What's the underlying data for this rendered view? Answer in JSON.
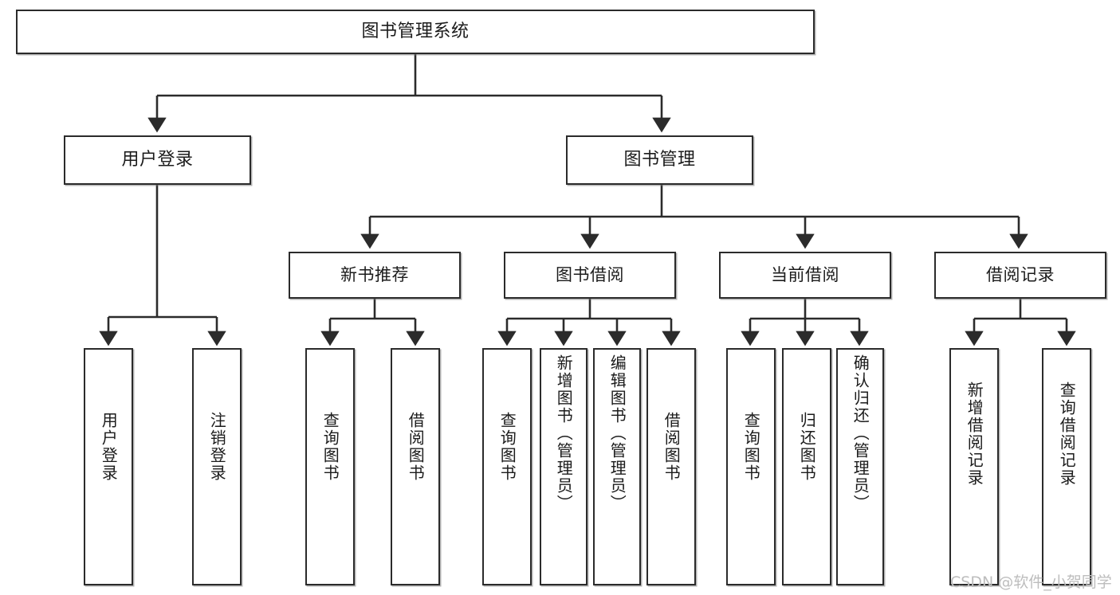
{
  "diagram": {
    "title": "图书管理系统",
    "type": "tree-hierarchy",
    "watermark": "CSDN @软件_小贺同学",
    "colors": {
      "box_border": "#2b2b2b",
      "box_fill": "#ffffff",
      "connector": "#2b2b2b",
      "watermark": "#bdbdbd",
      "background": "#ffffff"
    },
    "root": {
      "label": "图书管理系统"
    },
    "level2": [
      {
        "id": "user-login",
        "label": "用户登录"
      },
      {
        "id": "book-manage",
        "label": "图书管理"
      }
    ],
    "level3": [
      {
        "id": "new-book-recommend",
        "label": "新书推荐"
      },
      {
        "id": "book-borrow",
        "label": "图书借阅"
      },
      {
        "id": "current-borrow",
        "label": "当前借阅"
      },
      {
        "id": "borrow-record",
        "label": "借阅记录"
      }
    ],
    "leaves": {
      "user_login": [
        {
          "id": "leaf-user-login",
          "label": "用户登录"
        },
        {
          "id": "leaf-user-logout",
          "label": "注销登录"
        }
      ],
      "new_book_recommend": [
        {
          "id": "leaf-query-book-1",
          "label": "查询图书"
        },
        {
          "id": "leaf-borrow-book-1",
          "label": "借阅图书"
        }
      ],
      "book_borrow": [
        {
          "id": "leaf-query-book-2",
          "label": "查询图书"
        },
        {
          "id": "leaf-add-book",
          "label": "新增图书（管理员）"
        },
        {
          "id": "leaf-edit-book",
          "label": "编辑图书（管理员）"
        },
        {
          "id": "leaf-borrow-book-2",
          "label": "借阅图书"
        }
      ],
      "current_borrow": [
        {
          "id": "leaf-query-book-3",
          "label": "查询图书"
        },
        {
          "id": "leaf-return-book",
          "label": "归还图书"
        },
        {
          "id": "leaf-confirm-return",
          "label": "确认归还（管理员）"
        }
      ],
      "borrow_record": [
        {
          "id": "leaf-add-record",
          "label": "新增借阅记录"
        },
        {
          "id": "leaf-query-record",
          "label": "查询借阅记录"
        }
      ]
    }
  }
}
